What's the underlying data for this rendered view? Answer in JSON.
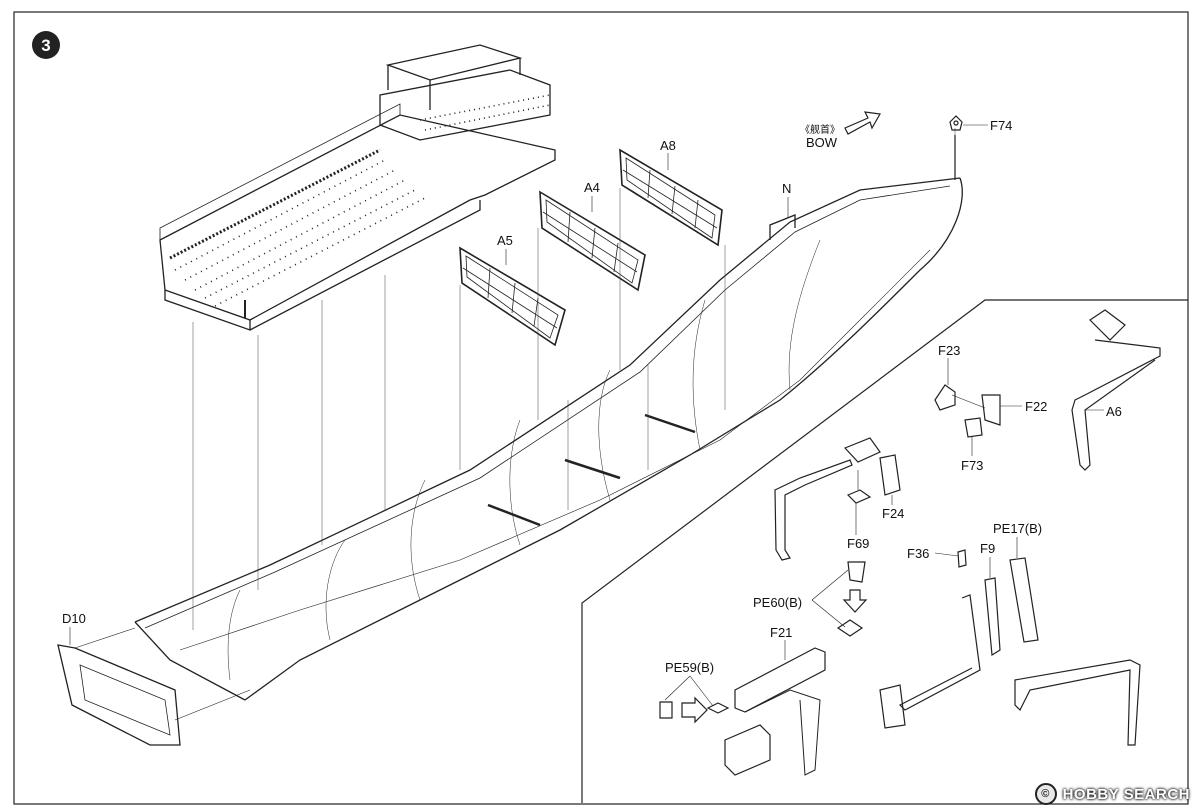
{
  "step": {
    "number": "3"
  },
  "bow": {
    "cn": "《舰首》",
    "en": "BOW"
  },
  "labels": {
    "F74": "F74",
    "A8": "A8",
    "A4": "A4",
    "A5": "A5",
    "N": "N",
    "F23": "F23",
    "F22": "F22",
    "A6": "A6",
    "F73": "F73",
    "F24": "F24",
    "F69": "F69",
    "F36": "F36",
    "F9": "F9",
    "PE17B": "PE17(B)",
    "PE60B": "PE60(B)",
    "F21": "F21",
    "PE59B": "PE59(B)",
    "D10": "D10"
  },
  "watermark": {
    "text": "HOBBY SEARCH",
    "badge": "©"
  },
  "colors": {
    "ink": "#1a1a1a",
    "paper": "#ffffff"
  }
}
